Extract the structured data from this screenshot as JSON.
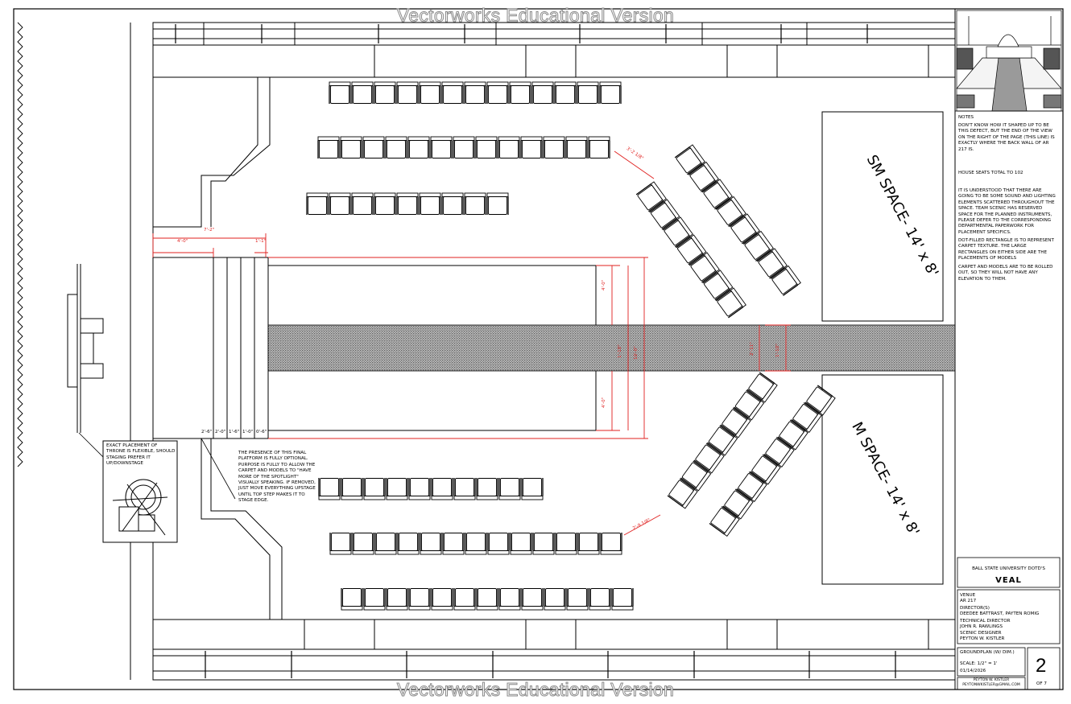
{
  "watermark": "Vectorworks Educational Version",
  "notes": {
    "heading": "Notes",
    "note_back_wall": "Don't know how it shaped up to be this defect, but the end of the view on the right of the page (this line) is exactly where the back wall of AR 217 is.",
    "note_house_seats": "house seats total to 102",
    "note_scenic": "It is understood that there are going to be some sound and lighting elements scattered throughout the space. Team Scenic has reserved space for the planned instruments, please defer to the corresponding departmental paperwork for placement specifics.",
    "note_carpet": "Dot-filled rectangle is to represent carpet texture. The large rectangles on either side are the placements of models",
    "note_models": "Carpet and models are to be rolled out, so they will not have any elevation to them."
  },
  "callouts": {
    "throne": "Exact placement of throne is flexible, should staging prefer it up/downstage",
    "platform": "The presence of this final platform is fully optional. Purpose is fully to allow the carpet and models to \"have more of the spotlight\" visually speaking. If removed, just move everything upstage until top step makes it to stage edge."
  },
  "spaces": {
    "sm_label": "SM SPACE- 14' x 8'",
    "m_label": "M SPACE- 14' x 8'"
  },
  "dimensions": {
    "d_7_2": "7'-2\"",
    "d_4_0": "4'-0\"",
    "d_1_1": "1'-1\"",
    "d_upper_4_0": "4'-0\"",
    "d_lower_4_0": "4'-0\"",
    "d_carpet_w": "1'-10\"",
    "d_overall": "10'-0\"",
    "d_right_a": "2'-11\"",
    "d_right_b": "1'-10\"",
    "d_row_top": "3'-2 1/8\"",
    "d_row_bottom": "2'-9 1/8\"",
    "step_labels": [
      "2'-6\"",
      "2'-0\"",
      "1'-6\"",
      "1'-0\"",
      "0'-6\""
    ]
  },
  "title_block": {
    "org": "Ball State University DOTD's",
    "show": "Veal",
    "venue_label": "Venue",
    "venue": "AR 217",
    "directors_label": "Director(s)",
    "directors": "DeeDee Battrast, Payten Romig",
    "tech_label": "Technical Director",
    "tech": "John R. Rawlings",
    "scenic_label": "Scenic Designer",
    "scenic": "Peyton W. Kistler",
    "drawing": "Groundplan (w/ Dim.)",
    "scale": "SCALE: 1/2\" = 1'",
    "date": "01/14/2026",
    "page": "2",
    "of_pages": "OF 7",
    "drafter": "Peyton W. Kistler",
    "email": "peytonwkistler@gmail.com"
  },
  "colors": {
    "dimension": "#e0201f",
    "line": "#000000",
    "carpet": "#7a7a7a"
  }
}
